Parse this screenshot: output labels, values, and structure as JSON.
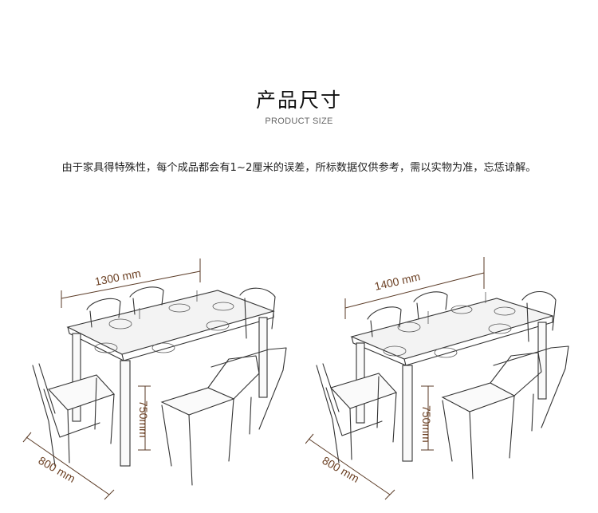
{
  "header": {
    "title": "产品尺寸",
    "subtitle": "PRODUCT SIZE"
  },
  "notice": "由于家具得特殊性，每个成品都会有1~2厘米的误差，所标数据仅供参考，需以实物为准，忘恁谅解。",
  "sketches": [
    {
      "length": "1300 mm",
      "height": "750mm",
      "depth": "800 mm"
    },
    {
      "length": "1400 mm",
      "height": "750mm",
      "depth": "800 mm"
    }
  ],
  "colors": {
    "dimension": "#6b3f22",
    "ink": "#333333"
  }
}
